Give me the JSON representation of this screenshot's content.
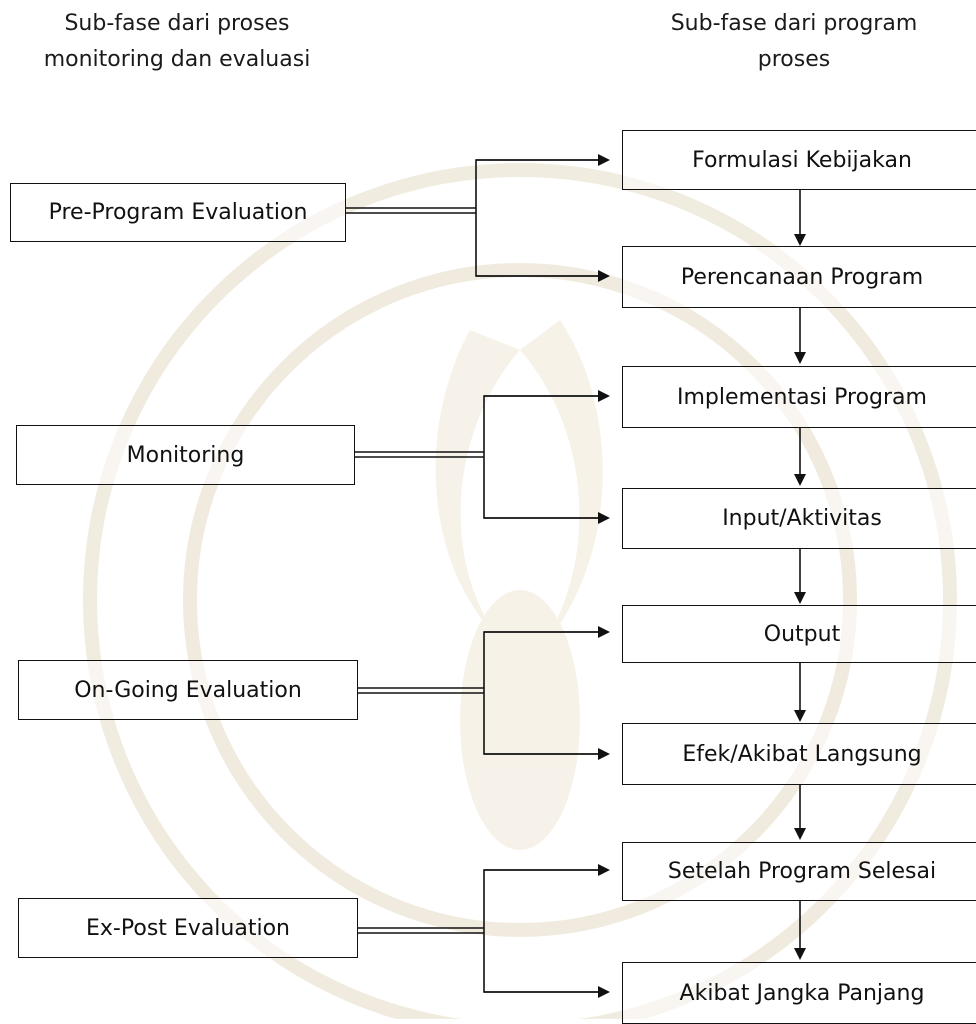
{
  "headings": {
    "left": [
      "Sub-fase dari proses",
      "monitoring dan evaluasi"
    ],
    "right": [
      "Sub-fase dari program",
      "proses"
    ]
  },
  "evaluation_phases": [
    {
      "label": "Pre-Program Evaluation"
    },
    {
      "label": "Monitoring"
    },
    {
      "label": "On-Going Evaluation"
    },
    {
      "label": "Ex-Post Evaluation"
    }
  ],
  "program_phases": [
    {
      "label": "Formulasi Kebijakan"
    },
    {
      "label": "Perencanaan Program"
    },
    {
      "label": "Implementasi Program"
    },
    {
      "label": "Input/Aktivitas"
    },
    {
      "label": "Output"
    },
    {
      "label": "Efek/Akibat Langsung"
    },
    {
      "label": "Setelah Program Selesai"
    },
    {
      "label": "Akibat Jangka Panjang"
    }
  ],
  "colors": {
    "line": "#111111",
    "watermark": "#d9c9a8"
  }
}
